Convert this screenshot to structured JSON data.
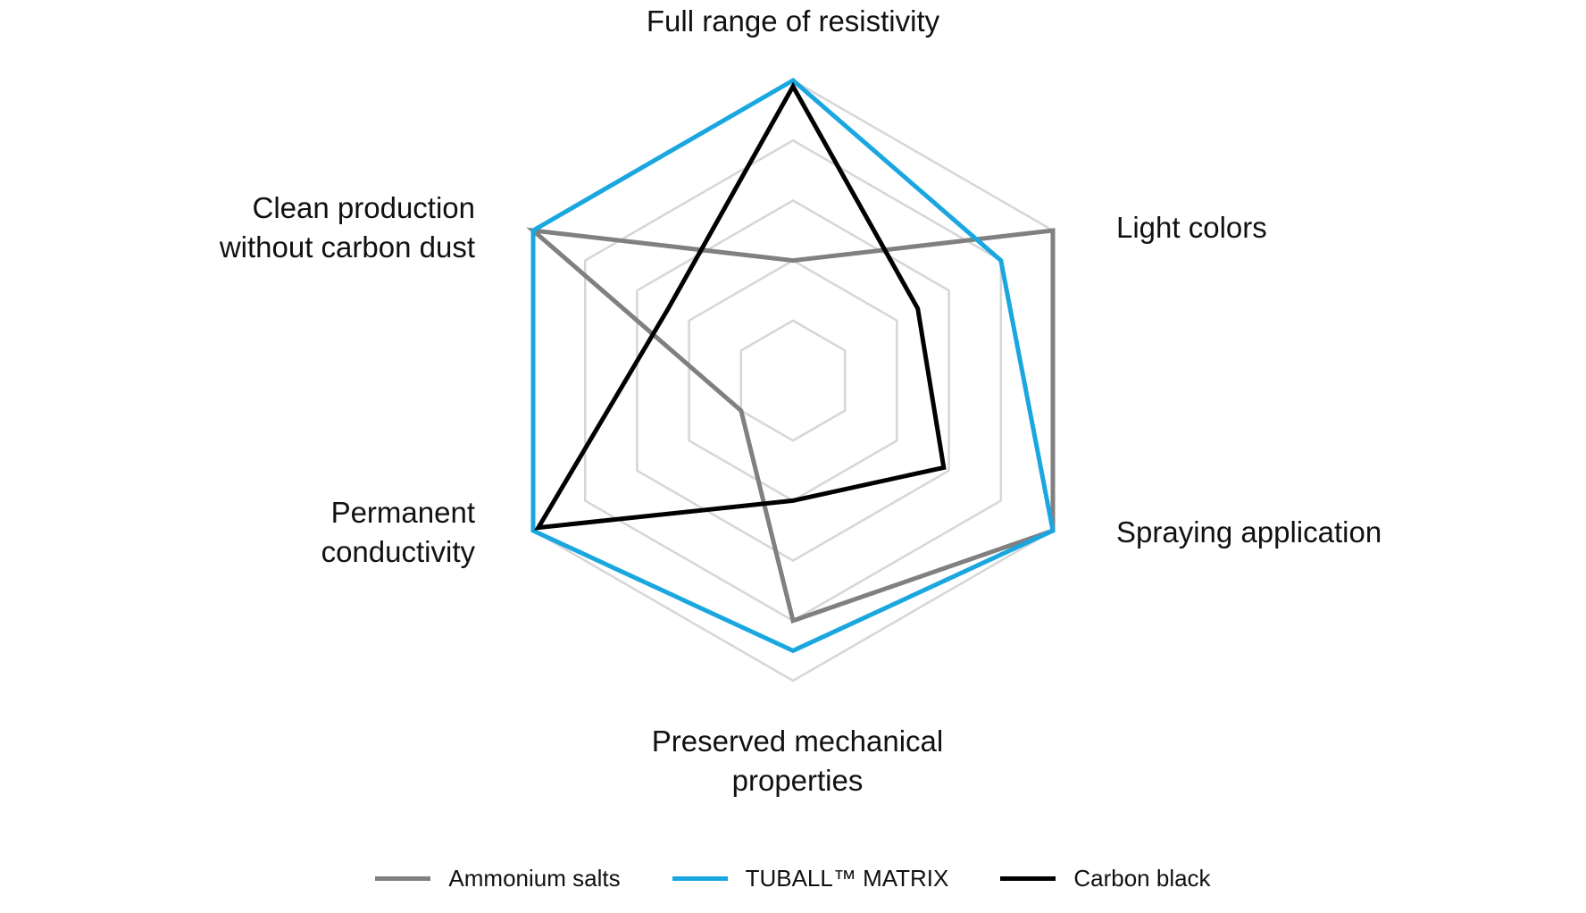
{
  "chart_data": {
    "type": "radar",
    "axes": [
      {
        "line1": "Full range of resistivity",
        "line2": ""
      },
      {
        "line1": "Light colors",
        "line2": ""
      },
      {
        "line1": "Spraying application",
        "line2": ""
      },
      {
        "line1": "Preserved mechanical",
        "line2": "properties"
      },
      {
        "line1": "Permanent",
        "line2": "conductivity"
      },
      {
        "line1": "Clean production",
        "line2": "without carbon dust"
      }
    ],
    "levels": 5,
    "range": [
      0,
      5
    ],
    "grid_color": "#d6d6d6",
    "series": [
      {
        "name": "Ammonium salts",
        "color": "#808080",
        "values": [
          2,
          5,
          5,
          4,
          1,
          5
        ]
      },
      {
        "name": "TUBALL™ MATRIX",
        "color": "#1aa7e0",
        "values": [
          5,
          4,
          5,
          4.5,
          5,
          5
        ]
      },
      {
        "name": "Carbon black",
        "color": "#000000",
        "values": [
          4.9,
          2.4,
          2.9,
          2,
          4.9,
          2.4
        ]
      }
    ]
  }
}
